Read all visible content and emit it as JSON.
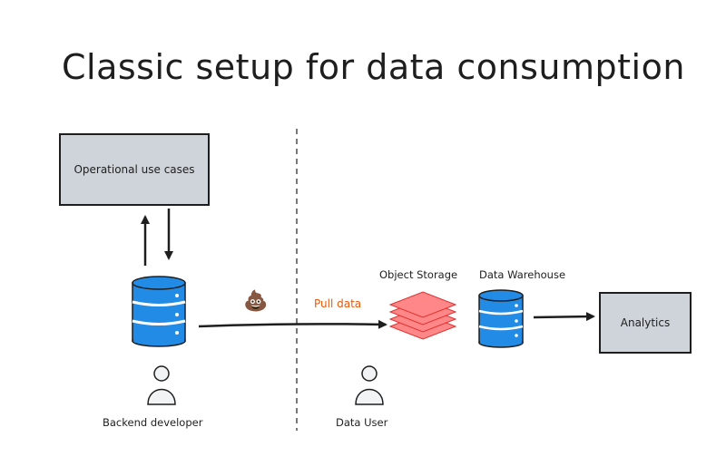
{
  "title": "Classic setup for data consumption",
  "nodes": {
    "operational": "Operational use cases",
    "analytics": "Analytics"
  },
  "labels": {
    "object_storage": "Object Storage",
    "data_warehouse": "Data Warehouse",
    "pull_data": "Pull data",
    "backend_developer": "Backend developer",
    "data_user": "Data User"
  },
  "colors": {
    "database": "#228be6",
    "storage_layers": "#ff8787",
    "box_fill": "#ced4da",
    "pull_text": "#e8590c"
  },
  "icons": {
    "poop": "💩"
  }
}
